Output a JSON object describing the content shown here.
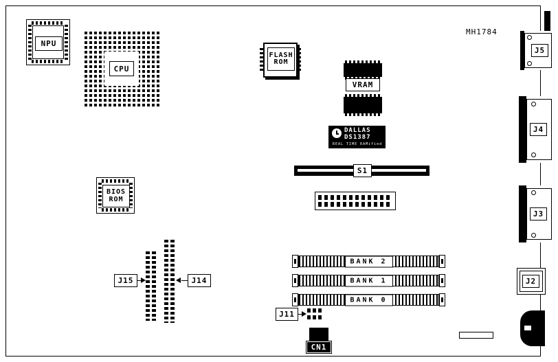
{
  "board": {
    "part_number": "MH1784",
    "chips": {
      "npu": "NPU",
      "cpu": "CPU",
      "flash_rom": [
        "FLASH",
        "ROM"
      ],
      "bios_rom": [
        "BIOS",
        "ROM"
      ],
      "vram": "VRAM",
      "dallas": {
        "brand": "DALLAS",
        "part": "DS1387",
        "subtitle": "REAL TIME RAMified"
      }
    },
    "switch": {
      "s1": "S1"
    },
    "headers": {
      "j15": "J15",
      "j14": "J14",
      "j11": "J11"
    },
    "memory_banks": [
      "BANK 2",
      "BANK 1",
      "BANK 0"
    ],
    "connectors": {
      "cn1": "CN1",
      "j5": "J5",
      "j4": "J4",
      "j3": "J3",
      "j2": "J2"
    }
  }
}
